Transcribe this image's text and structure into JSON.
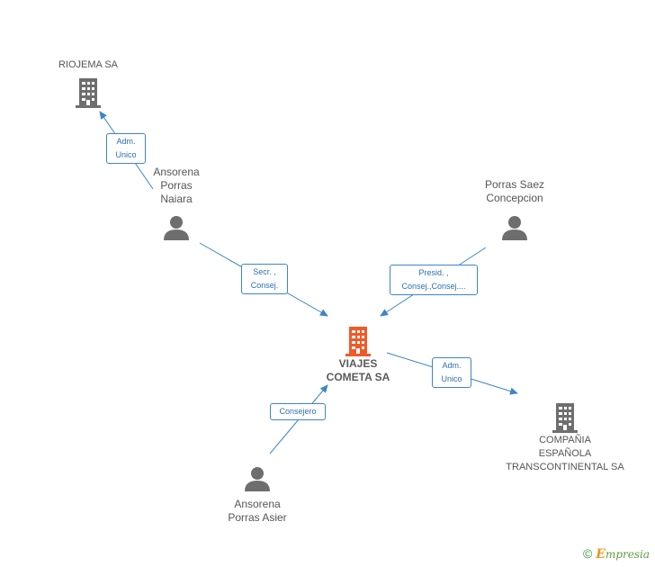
{
  "colors": {
    "edge": "#3d85c6",
    "building_center": "#f05a28",
    "building": "#6e6e6e",
    "person": "#6e6e6e"
  },
  "nodes": {
    "riojema": {
      "label": "RIOJEMA SA",
      "icon": "building-icon"
    },
    "naiara": {
      "label": [
        "Ansorena",
        "Porras",
        "Naiara"
      ],
      "icon": "person-icon"
    },
    "concepcion": {
      "label": [
        "Porras Saez",
        "Concepcion"
      ],
      "icon": "person-icon"
    },
    "viajes": {
      "label": [
        "VIAJES",
        "COMETA SA"
      ],
      "icon": "building-icon"
    },
    "compania": {
      "label": [
        "COMPAÑIA",
        "ESPAÑOLA",
        "TRANSCONTINENTAL SA"
      ],
      "icon": "building-icon"
    },
    "asier": {
      "label": [
        "Ansorena",
        "Porras Asier"
      ],
      "icon": "person-icon"
    }
  },
  "edges": {
    "naiara_riojema": [
      "Adm.",
      "Unico"
    ],
    "naiara_viajes": [
      "Secr. ,",
      "Consej."
    ],
    "concepcion_viajes": [
      "Presid. ,",
      "Consej.,Consej...."
    ],
    "viajes_compania": [
      "Adm.",
      "Unico"
    ],
    "asier_viajes": [
      "Consejero"
    ]
  },
  "brand": {
    "copyright": "©",
    "e": "E",
    "rest": "mpresia"
  }
}
